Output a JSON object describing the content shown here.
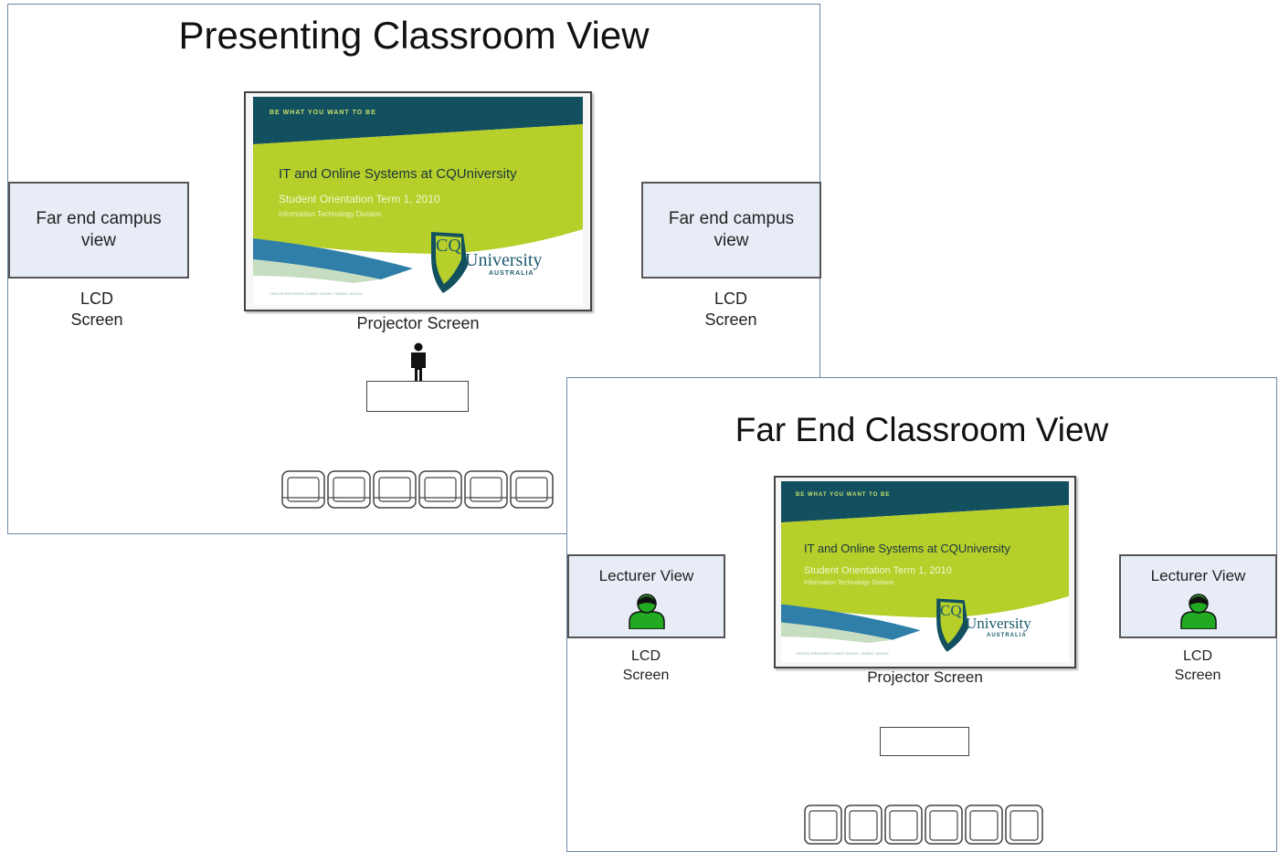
{
  "presenting": {
    "title": "Presenting Classroom View",
    "lcd_box_text": "Far end campus\nview",
    "lcd_label": "LCD\nScreen",
    "projector_label": "Projector Screen"
  },
  "far_end": {
    "title": "Far End Classroom View",
    "lcd_box_text": "Lecturer View",
    "lcd_label": "LCD\nScreen",
    "projector_label": "Projector Screen"
  },
  "slide": {
    "tagline": "BE WHAT YOU WANT TO BE",
    "title": "IT and Online Systems at CQUniversity",
    "subtitle": "Student Orientation Term 1, 2010",
    "division": "Information Technology Division",
    "logo_cq": "CQ",
    "logo_university": "University",
    "logo_country": "AUSTRALIA",
    "footer": "CRICOS PROVIDER CODES: 00219C, 00766G, 02311G"
  },
  "colors": {
    "panel_border": "#6f87a8",
    "lcd_fill": "#e8ecf6",
    "slide_dark_teal": "#12505f",
    "slide_lime": "#b6cf2a",
    "slide_blue": "#2f7fa8",
    "avatar_green": "#22aa22"
  },
  "icons": [
    "person-standing-icon",
    "lecturer-avatar-icon",
    "seat-icon"
  ]
}
